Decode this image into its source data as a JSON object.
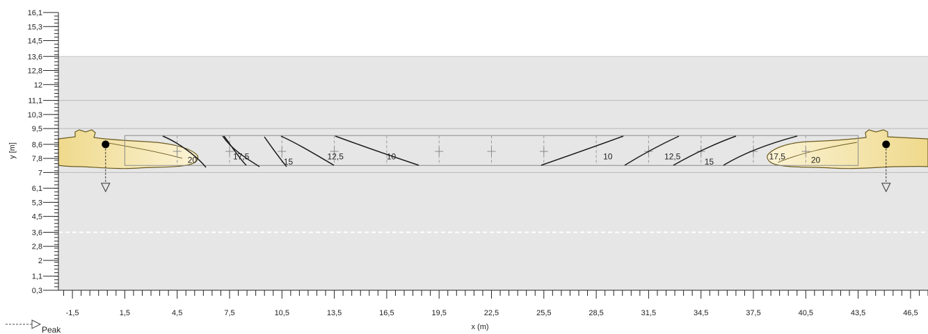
{
  "chart_data": {
    "type": "contour",
    "xlabel": "x (m)",
    "ylabel": "y [m]",
    "xlim": [
      -2.3,
      47.5
    ],
    "ylim": [
      0.3,
      16.1
    ],
    "x_tick_labels": [
      "-1,5",
      "1,5",
      "4,5",
      "7,5",
      "10,5",
      "13,5",
      "16,5",
      "19,5",
      "22,5",
      "25,5",
      "28,5",
      "31,5",
      "34,5",
      "37,5",
      "40,5",
      "43,5",
      "46,5"
    ],
    "x_tick_values": [
      -1.5,
      1.5,
      4.5,
      7.5,
      10.5,
      13.5,
      16.5,
      19.5,
      22.5,
      25.5,
      28.5,
      31.5,
      34.5,
      37.5,
      40.5,
      43.5,
      46.5
    ],
    "y_tick_labels": [
      "16,1",
      "15,3",
      "14,5",
      "13,6",
      "12,8",
      "12",
      "11,1",
      "10,3",
      "9,5",
      "8,6",
      "7,8",
      "7",
      "6,1",
      "5,3",
      "4,5",
      "3,6",
      "2,8",
      "2",
      "1,1",
      "0,3"
    ],
    "y_tick_values": [
      16.1,
      15.3,
      14.5,
      13.6,
      12.8,
      12.0,
      11.1,
      10.3,
      9.5,
      8.6,
      7.8,
      7.0,
      6.1,
      5.3,
      4.5,
      3.6,
      2.8,
      2.0,
      1.1,
      0.3
    ],
    "background_band": {
      "y_from": 3.6,
      "y_to": 13.6,
      "color": "#e6e6e6"
    },
    "boundary_lines_y": [
      11.1,
      9.5,
      7.0
    ],
    "dashed_line_y": 3.6,
    "grid_rect": {
      "x_from": 1.5,
      "x_to": 43.5,
      "y_from": 7.4,
      "y_to": 9.1
    },
    "grid_cross_x": [
      4.5,
      7.5,
      10.5,
      13.5,
      19.5,
      22.5,
      25.5,
      31.5,
      34.5,
      37.5,
      40.5
    ],
    "grid_cross_y": 8.2,
    "contour_labels": [
      {
        "text": "20",
        "x": 5.1,
        "y": 7.7
      },
      {
        "text": "17,5",
        "x": 7.7,
        "y": 7.9
      },
      {
        "text": "15",
        "x": 10.6,
        "y": 7.6
      },
      {
        "text": "12,5",
        "x": 13.1,
        "y": 7.9
      },
      {
        "text": "10",
        "x": 16.5,
        "y": 7.9
      },
      {
        "text": "10",
        "x": 28.9,
        "y": 7.9
      },
      {
        "text": "12,5",
        "x": 32.4,
        "y": 7.9
      },
      {
        "text": "15",
        "x": 34.7,
        "y": 7.6
      },
      {
        "text": "17,5",
        "x": 38.4,
        "y": 7.9
      },
      {
        "text": "20",
        "x": 40.8,
        "y": 7.7
      }
    ],
    "sources": [
      {
        "x": 0.4,
        "y": 8.6,
        "direction": "down"
      },
      {
        "x": 45.1,
        "y": 8.6,
        "direction": "down"
      }
    ],
    "lobe_color": "#f3e3a4",
    "lobe_outline": "#6b5a1e",
    "legend": {
      "label": "Peak",
      "icon": "dashed-arrow-icon",
      "placement": "bottom-left"
    }
  }
}
